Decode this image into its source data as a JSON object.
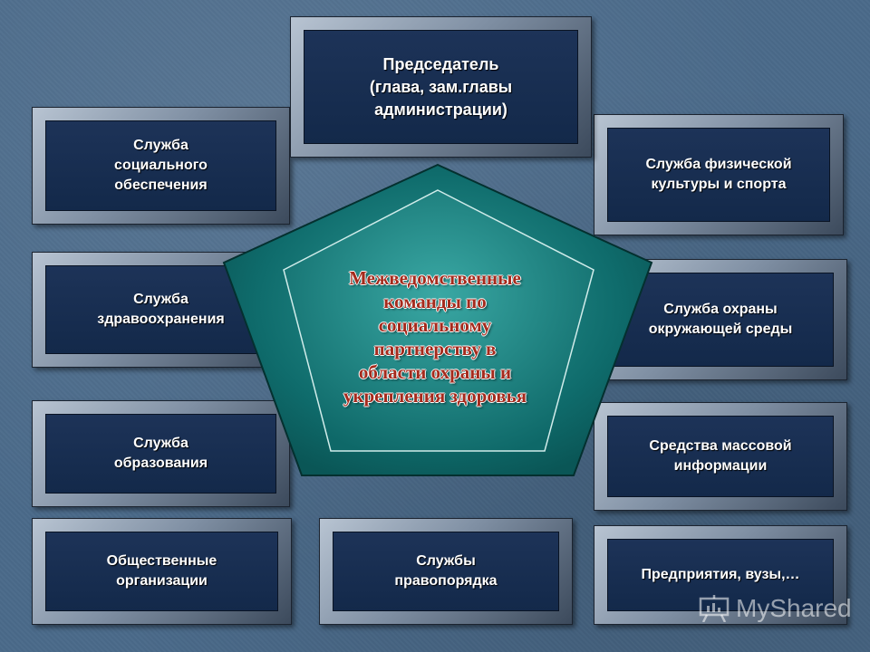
{
  "colors": {
    "background": "#4a6a8a",
    "box_fill": "#1d3358",
    "pentagon_fill": "#0d6a6a",
    "center_text": "#a52a1c"
  },
  "chairman": {
    "label": "Председатель\n(глава, зам.главы\nадминистрации)"
  },
  "center": {
    "label": "Межведомственные\nкоманды по\nсоциальному\nпартнерству в\nобласти охраны и\nукрепления здоровья"
  },
  "left": [
    {
      "label": "Служба\nсоциального\nобеспечения"
    },
    {
      "label": "Служба\nздравоохранения"
    },
    {
      "label": "Служба\nобразования"
    },
    {
      "label": "Общественные\nорганизации"
    }
  ],
  "right": [
    {
      "label": "Служба физической\nкультуры и спорта"
    },
    {
      "label": "Служба охраны\nокружающей среды"
    },
    {
      "label": "Средства массовой\nинформации"
    },
    {
      "label": "Предприятия, вузы,…"
    }
  ],
  "bottom": {
    "label": "Службы\nправопорядка"
  },
  "watermark": {
    "text": "MyShared",
    "icon": "presentation-board-icon"
  }
}
